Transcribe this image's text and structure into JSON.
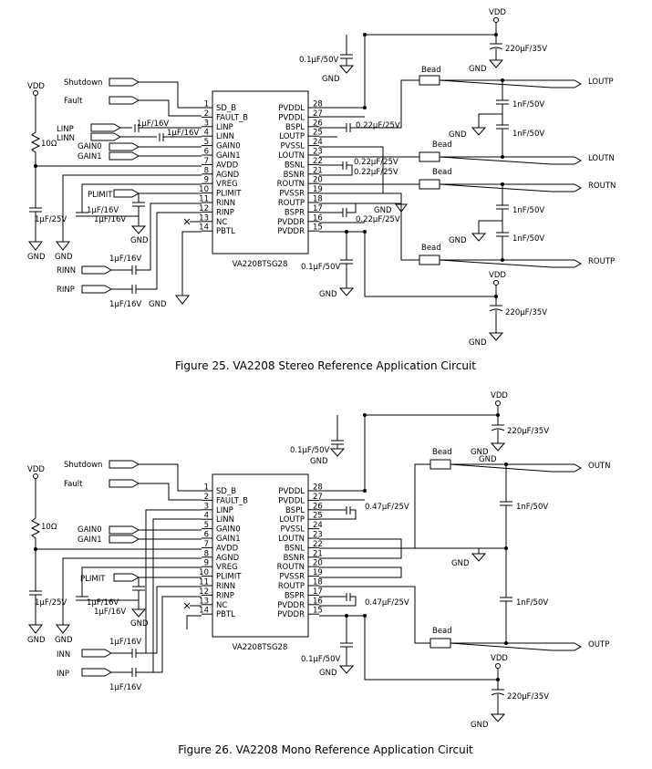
{
  "figure1": {
    "caption": "Figure 25. VA2208 Stereo Reference Application Circuit",
    "chip": "VA2208TSG28",
    "left_pins": [
      {
        "num": "1",
        "name": "SD_B"
      },
      {
        "num": "2",
        "name": "FAULT_B"
      },
      {
        "num": "3",
        "name": "LINP"
      },
      {
        "num": "4",
        "name": "LINN"
      },
      {
        "num": "5",
        "name": "GAIN0"
      },
      {
        "num": "6",
        "name": "GAIN1"
      },
      {
        "num": "7",
        "name": "AVDD"
      },
      {
        "num": "8",
        "name": "AGND"
      },
      {
        "num": "9",
        "name": "VREG"
      },
      {
        "num": "10",
        "name": "PLIMIT"
      },
      {
        "num": "11",
        "name": "RINN"
      },
      {
        "num": "12",
        "name": "RINP"
      },
      {
        "num": "13",
        "name": "NC"
      },
      {
        "num": "14",
        "name": "PBTL"
      }
    ],
    "right_pins": [
      {
        "num": "28",
        "name": "PVDDL"
      },
      {
        "num": "27",
        "name": "PVDDL"
      },
      {
        "num": "26",
        "name": "BSPL"
      },
      {
        "num": "25",
        "name": "LOUTP"
      },
      {
        "num": "24",
        "name": "PVSSL"
      },
      {
        "num": "23",
        "name": "LOUTN"
      },
      {
        "num": "22",
        "name": "BSNL"
      },
      {
        "num": "21",
        "name": "BSNR"
      },
      {
        "num": "20",
        "name": "ROUTN"
      },
      {
        "num": "19",
        "name": "PVSSR"
      },
      {
        "num": "18",
        "name": "ROUTP"
      },
      {
        "num": "17",
        "name": "BSPR"
      },
      {
        "num": "16",
        "name": "PVDDR"
      },
      {
        "num": "15",
        "name": "PVDDR"
      }
    ],
    "labels": {
      "vdd": "VDD",
      "gnd": "GND",
      "shutdown": "Shutdown",
      "fault": "Fault",
      "linp": "LINP",
      "linn": "LINN",
      "gain0": "GAIN0",
      "gain1": "GAIN1",
      "plimit": "PLIMIT",
      "rinn": "RINN",
      "rinp": "RINP",
      "r10": "10Ω",
      "c1u25": "1μF/25V",
      "c1u16": "1μF/16V",
      "c01u50": "0.1μF/50V",
      "c220": "220μF/35V",
      "c022": "0.22μF/25V",
      "c1n50": "1nF/50V",
      "bead": "Bead",
      "loutp": "LOUTP",
      "loutn": "LOUTN",
      "routn": "ROUTN",
      "routp": "ROUTP"
    }
  },
  "figure2": {
    "caption": "Figure 26. VA2208 Mono Reference Application Circuit",
    "chip": "VA2208TSG28",
    "labels": {
      "vdd": "VDD",
      "gnd": "GND",
      "shutdown": "Shutdown",
      "fault": "Fault",
      "gain0": "GAIN0",
      "gain1": "GAIN1",
      "plimit": "PLIMIT",
      "inn": "INN",
      "inp": "INP",
      "r10": "10Ω",
      "c1u25": "1μF/25V",
      "c1u16": "1μF/16V",
      "c01u50": "0.1μF/50V",
      "c220": "220μF/35V",
      "c047": "0.47μF/25V",
      "c1n50": "1nF/50V",
      "bead": "Bead",
      "outn": "OUTN",
      "outp": "OUTP"
    }
  }
}
